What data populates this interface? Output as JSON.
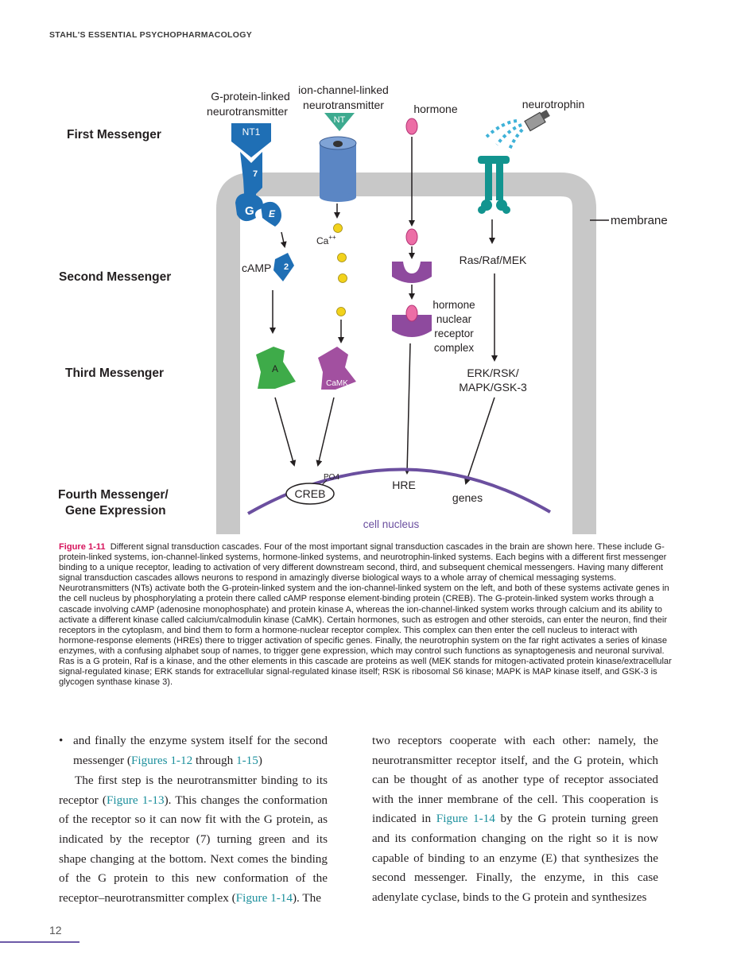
{
  "running_head": "STAHL'S ESSENTIAL PSYCHOPHARMACOLOGY",
  "figure": {
    "row_labels": {
      "first": "First Messenger",
      "second": "Second Messenger",
      "third": "Third Messenger",
      "fourth_line1": "Fourth Messenger/",
      "fourth_line2": "Gene Expression"
    },
    "column_titles": {
      "gprotein_line1": "G-protein-linked",
      "gprotein_line2": "neurotransmitter",
      "ionchannel_line1": "ion-channel-linked",
      "ionchannel_line2": "neurotransmitter",
      "hormone": "hormone",
      "neurotrophin": "neurotrophin"
    },
    "labels": {
      "nt1": "NT1",
      "nt": "NT",
      "receptor_7": "7",
      "g": "G",
      "e": "E",
      "camp": "cAMP",
      "two": "2",
      "ca": "Ca",
      "ca_sup": "++",
      "a": "A",
      "camk": "CaMK",
      "membrane": "membrane",
      "ras_raf_mek": "Ras/Raf/MEK",
      "hnrc_1": "hormone",
      "hnrc_2": "nuclear",
      "hnrc_3": "receptor",
      "hnrc_4": "complex",
      "erk_1": "ERK/RSK/",
      "erk_2": "MAPK/GSK-3",
      "po4": "PO4",
      "creb": "CREB",
      "hre": "HRE",
      "genes": "genes",
      "cell_nucleus": "cell nucleus"
    },
    "colors": {
      "membrane": "#c8c8c8",
      "gprotein": "#1f6fb5",
      "ion_channel": "#5b86c4",
      "nt_triangle": "#3daa8f",
      "calcium": "#f2d21b",
      "hormone": "#ec6ea6",
      "receptor_purple": "#8e4a9e",
      "neurotrophin_receptor": "#12948f",
      "kinase_a": "#3eab49",
      "camk": "#a250a0",
      "nucleus": "#6b4f9f"
    }
  },
  "caption": {
    "label": "Figure 1-11",
    "text": "Different signal transduction cascades.  Four of the most important signal transduction cascades in the brain are shown here. These include G-protein-linked systems, ion-channel-linked systems, hormone-linked systems, and neurotrophin-linked systems. Each begins with a different first messenger binding to a unique receptor, leading to activation of very different downstream second, third, and subsequent chemical messengers. Having many different signal transduction cascades allows neurons to respond in amazingly diverse biological ways to a whole array of chemical messaging systems. Neurotransmitters (NTs) activate both the G-protein-linked system and the ion-channel-linked system on the left, and both of these systems activate genes in the cell nucleus by phosphorylating a protein there called cAMP response element-binding protein (CREB). The G-protein-linked system works through a cascade involving cAMP (adenosine monophosphate) and protein kinase A, whereas the ion-channel-linked system works through calcium and its ability to activate a different kinase called calcium/calmodulin kinase (CaMK). Certain hormones, such as estrogen and other steroids, can enter the neuron, find their receptors in the cytoplasm, and bind them to form a hormone-nuclear receptor complex. This complex can then enter the cell nucleus to interact with hormone-response elements (HREs) there to trigger activation of specific genes. Finally, the neurotrophin system on the far right activates a series of kinase enzymes, with a confusing alphabet soup of names, to trigger gene expression, which may control such functions as synaptogenesis and neuronal survival. Ras is a G protein, Raf is a kinase, and the other elements in this cascade are proteins as well (MEK stands for mitogen-activated protein kinase/extracellular signal-regulated kinase; ERK stands for extracellular signal-regulated kinase itself; RSK is ribosomal S6 kinase; MAPK is MAP kinase itself, and GSK-3 is glycogen synthase kinase 3)."
  },
  "body": {
    "bullet_marker": "•",
    "bullet_text_1": "and finally the enzyme system itself for the second messenger (",
    "bullet_ref_1": "Figures 1-12",
    "bullet_text_2": " through ",
    "bullet_ref_2": "1-15",
    "bullet_text_3": ")",
    "p1_text_1": "The first step is the neurotransmitter binding to its receptor (",
    "p1_ref_1": "Figure 1-13",
    "p1_text_2": "). This changes the conformation of the receptor so it can now fit with the G protein, as indicated by the receptor (7) turning green and its shape changing at the bottom. Next comes the binding of the G protein to this new conformation of the receptor–neurotransmitter complex (",
    "p1_ref_2": "Figure 1-14",
    "p1_text_3": "). The",
    "p2_text_1": "two receptors cooperate with each other: namely, the neurotransmitter receptor itself, and the G protein, which can be thought of as another type of receptor associated with the inner membrane of the cell. This cooperation is indicated in ",
    "p2_ref_1": "Figure 1-14",
    "p2_text_2": " by the G protein turning green and its conformation changing on the right so it is now capable of binding to an enzyme (E) that synthesizes the second messenger. Finally, the enzyme, in this case adenylate cyclase, binds to the G protein and synthesizes"
  },
  "page_number": "12"
}
